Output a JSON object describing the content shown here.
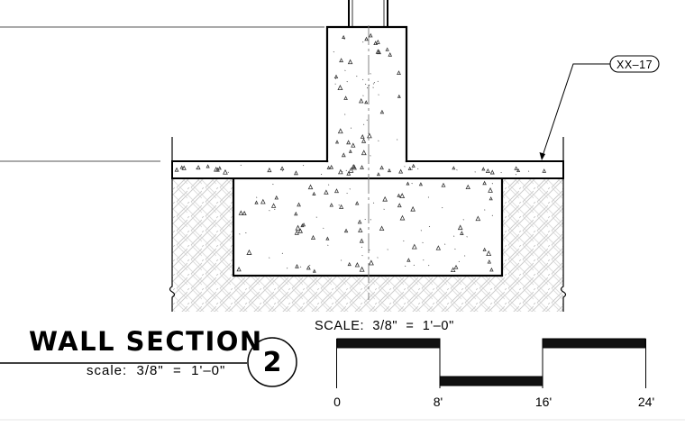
{
  "section_title": {
    "title": "WALL SECTION",
    "scale_text": "scale:  3/8\"  =  1'–0\"",
    "detail_number": "2"
  },
  "callout": {
    "tag": "XX–17"
  },
  "scale_bar": {
    "title": "SCALE:  3/8\"  =  1'–0\"",
    "ticks": [
      "0",
      "8'",
      "16'",
      "24'"
    ]
  }
}
